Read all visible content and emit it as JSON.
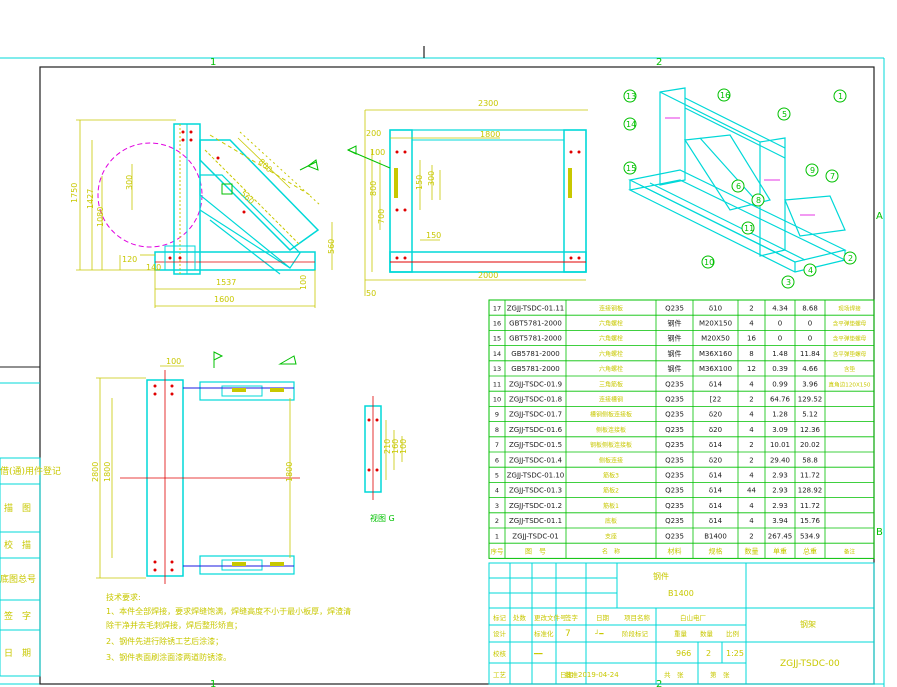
{
  "zone_labels": {
    "top1": "1",
    "top2": "2",
    "bottom1": "1",
    "bottom2": "2",
    "rightA": "A",
    "rightB": "B"
  },
  "side_stamps": [
    "借(通)用件登记",
    "描　图",
    "校　描",
    "底图总号",
    "签　字",
    "日　期"
  ],
  "front_view": {
    "dim_height_total": "1750",
    "dim_height_a": "1427",
    "dim_height_b": "1080",
    "dim_left_upper": "140",
    "dim_left_mid": "300",
    "dim_left_lower": "120",
    "dim_diag_top": "800",
    "dim_diag_mid": "560",
    "dim_width_inner": "1537",
    "dim_width_total": "1600",
    "dim_right_mid": "560",
    "dim_right_low": "100"
  },
  "side_view": {
    "dim_total_width": "2300",
    "dim_inner_width": "1800",
    "dim_bottom_width": "2000",
    "dim_left_top": "200",
    "dim_left_a": "100",
    "dim_vert_a": "150",
    "dim_vert_b": "800",
    "dim_vert_c": "700",
    "dim_vert_d": "300",
    "dim_bottom_left": "50",
    "dim_mid": "150"
  },
  "plan_view": {
    "dim_top_a": "100",
    "dim_left_total": "2800",
    "dim_left_inner": "1800",
    "dim_right": "1800"
  },
  "detail_view": {
    "caption": "视图 G",
    "dims": [
      "210",
      "160",
      "100"
    ]
  },
  "notes": {
    "title": "技术要求:",
    "lines": [
      "1、本件全部焊接，要求焊缝饱满，焊缝高度不小于最小板厚，焊渣清",
      "除干净并去毛刺焊接，焊后整形矫直；",
      "2、钢件先进行除锈工艺后涂漆；",
      "3、钢件表面刷涂面漆两道防锈漆。"
    ]
  },
  "iso_balloons": [
    "13",
    "14",
    "16",
    "5",
    "1",
    "15",
    "6",
    "9",
    "7",
    "8",
    "11",
    "10",
    "3",
    "4",
    "2"
  ],
  "bom": {
    "headers": [
      "序号",
      "图　号",
      "名　称",
      "材料",
      "规格",
      "数量",
      "单重",
      "总重",
      "备注"
    ],
    "rows": [
      [
        "17",
        "ZGJJ-TSDC-01.11",
        "连接钢板",
        "Q235",
        "δ10",
        "2",
        "4.34",
        "8.68",
        "现场焊接"
      ],
      [
        "16",
        "GBT5781-2000",
        "六角螺栓",
        "钢件",
        "M20X150",
        "4",
        "0",
        "0",
        "含平弹垫螺母"
      ],
      [
        "15",
        "GBT5781-2000",
        "六角螺栓",
        "钢件",
        "M20X50",
        "16",
        "0",
        "0",
        "含平弹垫螺母"
      ],
      [
        "14",
        "GB5781-2000",
        "六角螺栓",
        "钢件",
        "M36X160",
        "8",
        "1.48",
        "11.84",
        "含平弹垫螺母"
      ],
      [
        "13",
        "GB5781-2000",
        "六角螺栓",
        "钢件",
        "M36X100",
        "12",
        "0.39",
        "4.66",
        "含垫"
      ],
      [
        "11",
        "ZGJJ-TSDC-01.9",
        "三角筋板",
        "Q235",
        "δ14",
        "4",
        "0.99",
        "3.96",
        "直角边120X150"
      ],
      [
        "10",
        "ZGJJ-TSDC-01.8",
        "连接槽钢",
        "Q235",
        "[22",
        "2",
        "64.76",
        "129.52",
        ""
      ],
      [
        "9",
        "ZGJJ-TSDC-01.7",
        "槽钢侧板连接板",
        "Q235",
        "δ20",
        "4",
        "1.28",
        "5.12",
        ""
      ],
      [
        "8",
        "ZGJJ-TSDC-01.6",
        "侧板连接板",
        "Q235",
        "δ20",
        "4",
        "3.09",
        "12.36",
        ""
      ],
      [
        "7",
        "ZGJJ-TSDC-01.5",
        "钢板侧板连接板",
        "Q235",
        "δ14",
        "2",
        "10.01",
        "20.02",
        ""
      ],
      [
        "6",
        "ZGJJ-TSDC-01.4",
        "侧板连接",
        "Q235",
        "δ20",
        "2",
        "29.40",
        "58.8",
        ""
      ],
      [
        "5",
        "ZGJJ-TSDC-01.10",
        "筋板3",
        "Q235",
        "δ14",
        "4",
        "2.93",
        "11.72",
        ""
      ],
      [
        "4",
        "ZGJJ-TSDC-01.3",
        "筋板2",
        "Q235",
        "δ14",
        "44",
        "2.93",
        "128.92",
        ""
      ],
      [
        "3",
        "ZGJJ-TSDC-01.2",
        "筋板1",
        "Q235",
        "δ14",
        "4",
        "2.93",
        "11.72",
        ""
      ],
      [
        "2",
        "ZGJJ-TSDC-01.1",
        "底板",
        "Q235",
        "δ14",
        "4",
        "3.94",
        "15.76",
        ""
      ],
      [
        "1",
        "ZGJJ-TSDC-01",
        "支座",
        "Q235",
        "B1400",
        "2",
        "267.45",
        "534.9",
        ""
      ]
    ]
  },
  "title_block": {
    "part_name": "钢件",
    "part_spec": "B1400",
    "row_labels": [
      "标记",
      "处数",
      "更改文件号",
      "签字",
      "日期"
    ],
    "project_label": "项目名称",
    "project_value": "白山电厂",
    "design_label": "设计",
    "check_label": "校核",
    "process_label": "工艺",
    "std_label": "标准化",
    "approve_label": "批准",
    "date_label": "日期",
    "date_value": "2019-04-24",
    "stage_label": "阶段标记",
    "weight_label": "重量",
    "qty_label": "数量",
    "scale_label": "比例",
    "weight_value": "966",
    "qty_value": "2",
    "scale_value": "1:25",
    "sheet_label": "共　张",
    "sheet_no_label": "第　张",
    "drawing_title": "钢架",
    "drawing_no": "ZGJJ-TSDC-00",
    "sign_a": "7",
    "sign_b": "━━",
    "sign_c": "┘━"
  },
  "colors": {
    "cyan": "#00d8d8",
    "yellow": "#c8c800",
    "green": "#00c000",
    "red": "#e00000",
    "magenta": "#e000e0",
    "blue": "#1818e0",
    "dark": "#202020"
  }
}
